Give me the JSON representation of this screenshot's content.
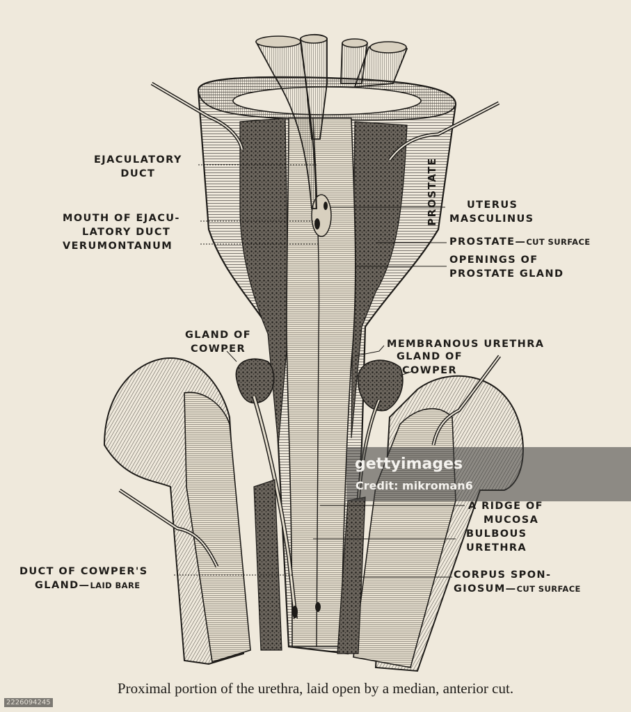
{
  "labels": {
    "ejaculatory_duct": [
      "EJACULATORY",
      "DUCT"
    ],
    "mouth_of_ejaculatory_duct": [
      "MOUTH OF EJACU-",
      "LATORY DUCT"
    ],
    "verumontanum": "VERUMONTANUM",
    "uterus_masculinus": [
      "UTERUS",
      "MASCULINUS"
    ],
    "prostate_vertical": "PROSTATE",
    "prostate_cut_surface": {
      "main": "PROSTATE—",
      "suffix": "CUT SURFACE"
    },
    "openings_of_prostate_gland": [
      "OPENINGS OF",
      "PROSTATE GLAND"
    ],
    "gland_of_cowper_left": [
      "GLAND OF",
      "COWPER"
    ],
    "membranous_urethra": "MEMBRANOUS URETHRA",
    "gland_of_cowper_right": [
      "GLAND OF",
      "COWPER"
    ],
    "ridge_of_mucosa": [
      "A RIDGE OF",
      "MUCOSA"
    ],
    "bulbous_urethra": [
      "BULBOUS",
      "URETHRA"
    ],
    "duct_of_cowpers_gland": {
      "line1": "DUCT OF COWPER'S",
      "line2_main": "GLAND—",
      "line2_suffix": "LAID BARE"
    },
    "corpus_spongiosum": {
      "line1": "CORPUS SPON-",
      "line2_main": "GIOSUM—",
      "line2_suffix": "CUT SURFACE"
    }
  },
  "caption": "Proximal portion of the urethra, laid open by a median, anterior cut.",
  "watermark": {
    "logo": "gettyimages",
    "credit": "Credit: mikroman6"
  },
  "stock_id": "2226094245",
  "colors": {
    "paper": "#efe9dc",
    "ink": "#1d1b18",
    "shade": "#5c5750",
    "light": "#e4ddcd"
  }
}
